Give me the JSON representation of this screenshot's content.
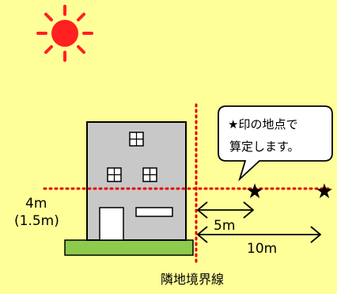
{
  "callout": {
    "line1": "★印の地点で",
    "line2": "算定します。"
  },
  "height_label": {
    "main": "4m",
    "paren": "(1.5m)"
  },
  "distance_labels": {
    "near": "5m",
    "far": "10m"
  },
  "boundary_label": "隣地境界線",
  "markers": {
    "near_star": "★",
    "far_star": "★"
  },
  "colors": {
    "background": "#FFFF99",
    "sun": "#FF2020",
    "building": "#C8C8C8",
    "ground": "#8CCB4B",
    "dotted_line": "#E60000"
  }
}
